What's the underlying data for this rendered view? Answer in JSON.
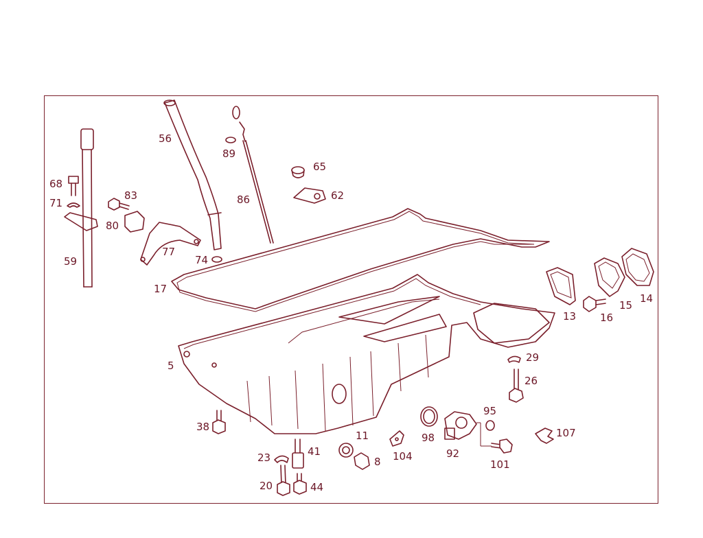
{
  "diagram": {
    "color": "#7a1f2b",
    "callouts": {
      "c5": "5",
      "c8": "8",
      "c11": "11",
      "c13": "13",
      "c14": "14",
      "c15": "15",
      "c16": "16",
      "c17": "17",
      "c20": "20",
      "c23": "23",
      "c26": "26",
      "c29": "29",
      "c38": "38",
      "c41": "41",
      "c44": "44",
      "c56": "56",
      "c59": "59",
      "c62": "62",
      "c65": "65",
      "c68": "68",
      "c71": "71",
      "c74": "74",
      "c77": "77",
      "c80": "80",
      "c83": "83",
      "c86": "86",
      "c89": "89",
      "c92": "92",
      "c95": "95",
      "c98": "98",
      "c101": "101",
      "c104": "104",
      "c107": "107"
    }
  }
}
